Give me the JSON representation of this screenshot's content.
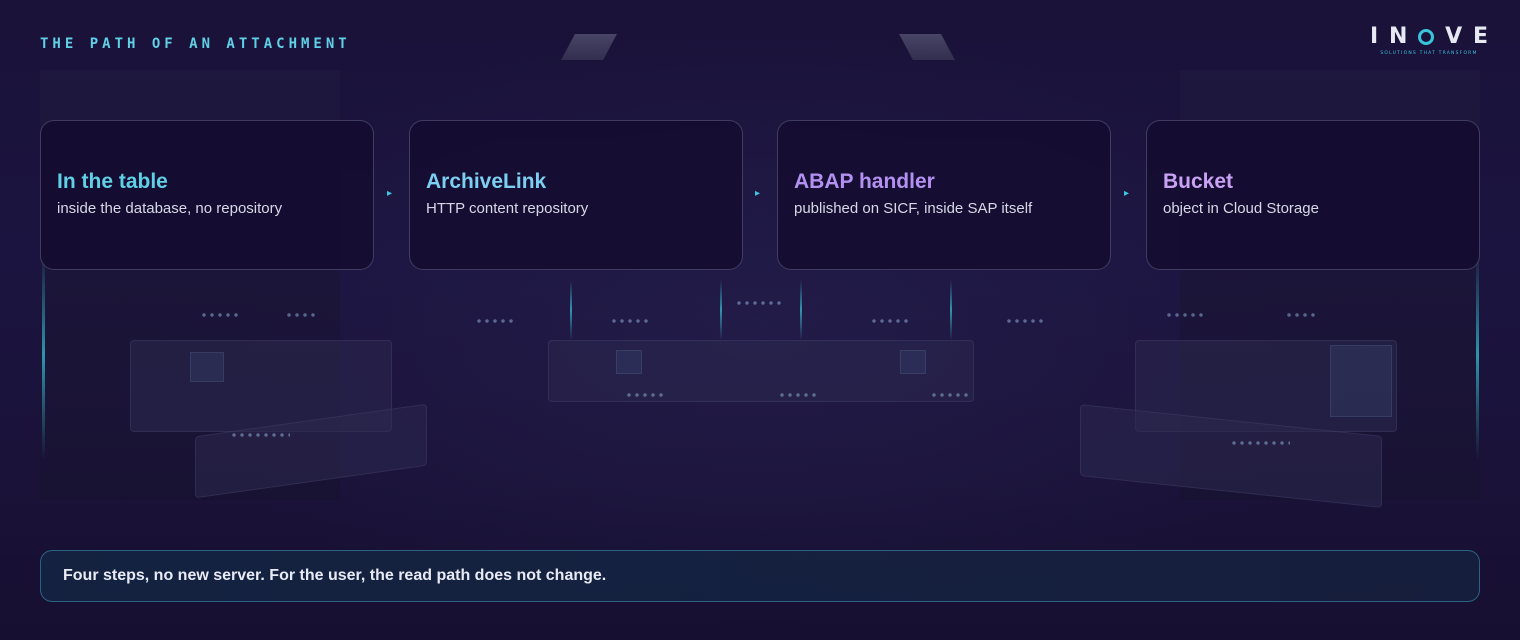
{
  "header": {
    "eyebrow": "THE PATH OF AN ATTACHMENT",
    "logo": {
      "letters": [
        "I",
        "N",
        "V",
        "E"
      ],
      "tagline": "SOLUTIONS THAT TRANSFORM"
    }
  },
  "steps": [
    {
      "title": "In the table",
      "subtitle": "inside the database, no repository",
      "color": "#5fd0e6"
    },
    {
      "title": "ArchiveLink",
      "subtitle": "HTTP content repository",
      "color": "#7ccff0"
    },
    {
      "title": "ABAP handler",
      "subtitle": "published on SICF, inside SAP itself",
      "color": "#b391f0"
    },
    {
      "title": "Bucket",
      "subtitle": "object in Cloud Storage",
      "color": "#c9a1f5"
    }
  ],
  "arrow_glyph": "▸",
  "note": {
    "text": "Four steps, no new server. For the user, the read path does not change."
  },
  "colors": {
    "background": "#170f33",
    "accent": "#39c4dc",
    "note_border": "#4096be"
  }
}
